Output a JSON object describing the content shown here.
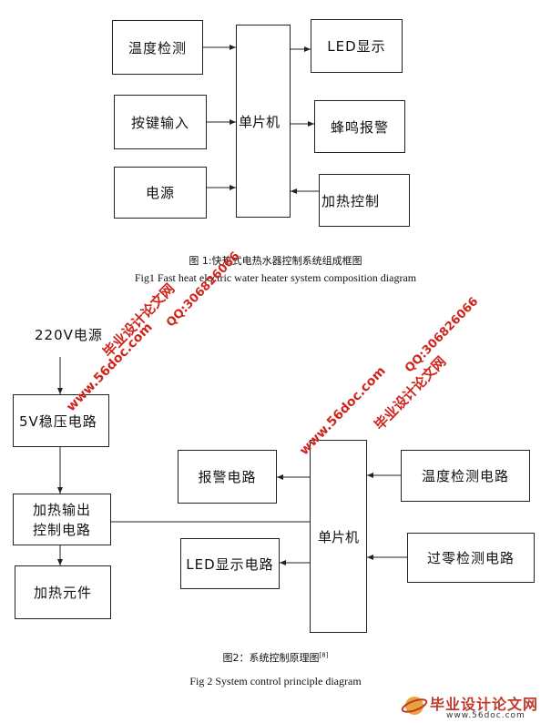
{
  "fig1": {
    "boxes": {
      "temp_detect": "温度检测",
      "key_input": "按键输入",
      "power": "电源",
      "mcu": "单片机",
      "led_display": "LED显示",
      "buzzer_alarm": "蜂鸣报警",
      "heat_control": "加热控制"
    },
    "caption_cn": "图 1:快热式电热水器控制系统组成框图",
    "caption_en": "Fig1 Fast heat electric water heater system composition diagram"
  },
  "fig2": {
    "source_label": "220V电源",
    "boxes": {
      "regulator": "5V稳压电路",
      "heat_output_line1": "加热输出",
      "heat_output_line2": "控制电路",
      "heater_element": "加热元件",
      "alarm_circuit": "报警电路",
      "led_circuit": "LED显示电路",
      "mcu": "单片机",
      "temp_circuit": "温度检测电路",
      "zero_cross": "过零检测电路"
    },
    "caption_cn": "图2：系统控制原理图",
    "caption_ref": "[8]",
    "caption_en": "Fig 2 System control principle diagram"
  },
  "watermarks": {
    "site_cn": "毕业设计论文网",
    "site_url": "www.56doc.com",
    "qq": "QQ:306826066"
  },
  "footer": {
    "logo_text": "毕业设计论文网",
    "logo_url": "www.56doc.com"
  },
  "colors": {
    "watermark_red": "#d0251c",
    "line": "#222222"
  }
}
